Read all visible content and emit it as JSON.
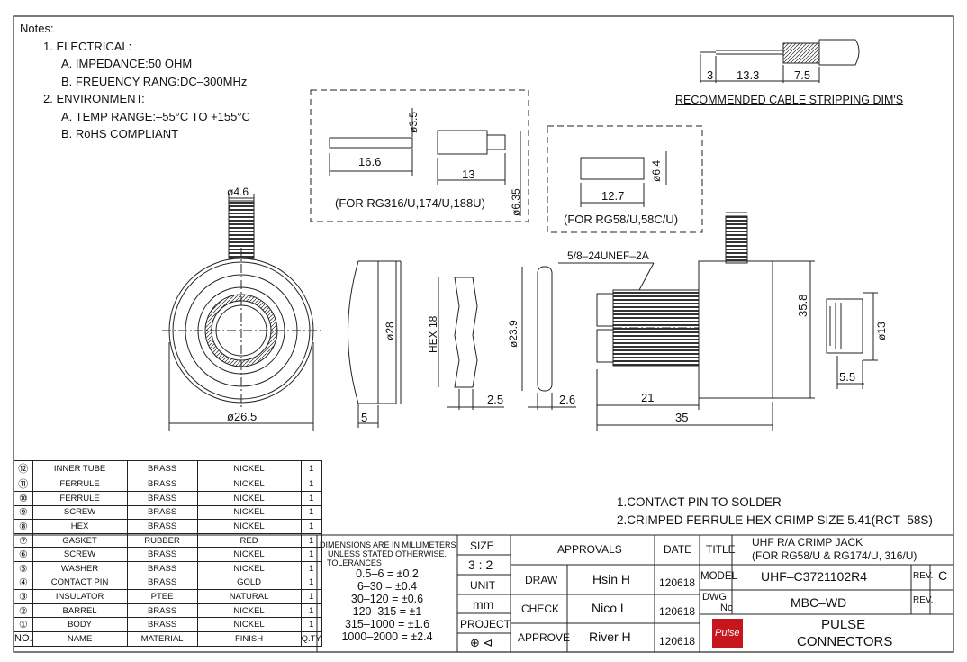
{
  "notes": {
    "heading": "Notes:",
    "lines": [
      "1.  ELECTRICAL:",
      "A.  IMPEDANCE:50  OHM",
      "B.  FREUENCY  RANG:DC–300MHz",
      "2.  ENVIRONMENT:",
      "A.  TEMP  RANGE:–55°C  TO  +155°C",
      "B.  RoHS  COMPLIANT"
    ]
  },
  "dims": {
    "cable_a": "3",
    "cable_b": "13.3",
    "cable_c": "7.5",
    "cable_caption": "RECOMMENDED  CABLE  STRIPPING  DIM'S",
    "pin_dia": "ø3.5",
    "pin_len": "16.6",
    "ferrule_len": "13",
    "ferrule_dia": "ø6.35",
    "rg316_caption": "(FOR  RG316/U,174/U,188U)",
    "rg58_dia": "ø6.4",
    "rg58_len": "12.7",
    "rg58_caption": "(FOR  RG58/U,58C/U)",
    "front_pin": "ø4.6",
    "front_dia": "ø26.5",
    "washer_dia": "ø28",
    "washer_w": "5",
    "hex": "HEX  18",
    "hex_w": "2.5",
    "gasket_dia": "ø23.9",
    "gasket_w": "2.6",
    "thread": "5/8–24UNEF–2A",
    "body_thread_len": "21",
    "body_len": "35",
    "body_h": "35.8",
    "nut_dia": "ø13",
    "nut_w": "5.5"
  },
  "bom": {
    "rows": [
      [
        "⑫",
        "INNER TUBE",
        "BRASS",
        "NICKEL",
        "1"
      ],
      [
        "⑪",
        "FERRULE",
        "BRASS",
        "NICKEL",
        "1"
      ],
      [
        "⑩",
        "FERRULE",
        "BRASS",
        "NICKEL",
        "1"
      ],
      [
        "⑨",
        "SCREW",
        "BRASS",
        "NICKEL",
        "1"
      ],
      [
        "⑧",
        "HEX",
        "BRASS",
        "NICKEL",
        "1"
      ],
      [
        "⑦",
        "GASKET",
        "RUBBER",
        "RED",
        "1"
      ],
      [
        "⑥",
        "SCREW",
        "BRASS",
        "NICKEL",
        "1"
      ],
      [
        "⑤",
        "WASHER",
        "BRASS",
        "NICKEL",
        "1"
      ],
      [
        "④",
        "CONTACT PIN",
        "BRASS",
        "GOLD",
        "1"
      ],
      [
        "③",
        "INSULATOR",
        "PTEE",
        "NATURAL",
        "1"
      ],
      [
        "②",
        "BARREL",
        "BRASS",
        "NICKEL",
        "1"
      ],
      [
        "①",
        "BODY",
        "BRASS",
        "NICKEL",
        "1"
      ]
    ],
    "header": [
      "NO.",
      "NAME",
      "MATERIAL",
      "FINISH",
      "Q.TY"
    ]
  },
  "contact_notes": [
    "1.CONTACT  PIN  TO  SOLDER",
    "2.CRIMPED  FERRULE  HEX  CRIMP  SIZE  5.41(RCT–58S)"
  ],
  "tolerance": {
    "line1": "DIMENSIONS ARE IN MILLIMETERS",
    "line2": "UNLESS STATED OTHERWISE.",
    "line3": "TOLERANCES",
    "rows": [
      "0.5–6  =  ±0.2",
      "6–30  =  ±0.4",
      "30–120  =  ±0.6",
      "120–315  =  ±1",
      "315–1000  =  ±1.6",
      "1000–2000  =  ±2.4"
    ]
  },
  "title_block": {
    "size_label": "SIZE",
    "scale": "3 : 2",
    "unit_label": "UNIT",
    "unit": "mm",
    "project_label": "PROJECT",
    "approvals": "APPROVALS",
    "date_label": "DATE",
    "draw_label": "DRAW",
    "draw_name": "Hsin  H",
    "draw_date": "120618",
    "check_label": "CHECK",
    "check_name": "Nico  L",
    "check_date": "120618",
    "approve_label": "APPROVE",
    "approve_name": "River  H",
    "approve_date": "120618",
    "title_label": "TITLE",
    "title_1": "UHF  R/A  CRIMP  JACK",
    "title_2": "(FOR  RG58/U  &  RG174/U,  316/U)",
    "model_label": "MODEL",
    "model": "UHF–C3721102R4",
    "rev_label": "REV.",
    "rev": "C",
    "dwg_label": "DWG",
    "no_label": "No",
    "dwg": "MBC–WD",
    "rev_label2": "REV.",
    "logo": "Pulse",
    "company_1": "PULSE",
    "company_2": "CONNECTORS"
  }
}
